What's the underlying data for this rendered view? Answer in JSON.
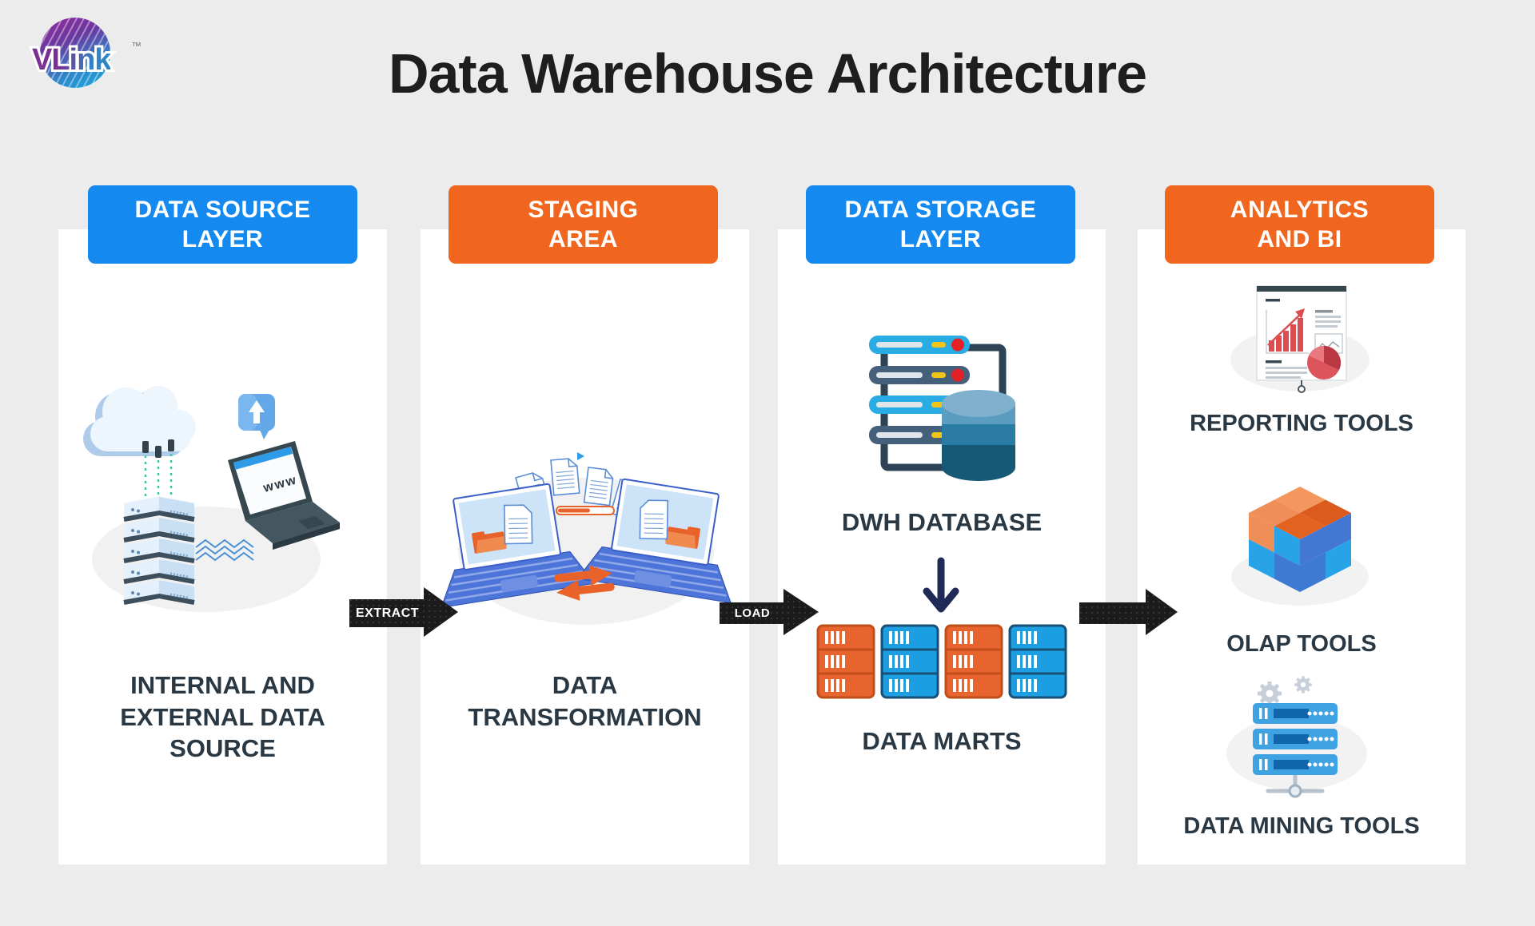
{
  "brand": {
    "name": "VLink",
    "trademark": "™"
  },
  "title": "Data Warehouse Architecture",
  "colors": {
    "background": "#ECECEC",
    "panel": "#FFFFFF",
    "header_blue": "#1489F0",
    "header_orange": "#F0661E",
    "label_text": "#2A3844",
    "arrow_black": "#1B1B1B",
    "accent_orange": "#E8622A",
    "accent_blue": "#1B9FE2",
    "navy_arrow": "#1F2B56"
  },
  "columns": [
    {
      "header": "DATA SOURCE\nLAYER",
      "style": "blue",
      "caption": "INTERNAL AND\nEXTERNAL DATA\nSOURCE"
    },
    {
      "header": "STAGING\nAREA",
      "style": "orange",
      "caption": "DATA\nTRANSFORMATION"
    },
    {
      "header": "DATA STORAGE\nLAYER",
      "style": "blue",
      "labels": {
        "database": "DWH DATABASE",
        "marts": "DATA MARTS"
      }
    },
    {
      "header": "ANALYTICS\nAND BI",
      "style": "orange",
      "tools": [
        {
          "label": "REPORTING TOOLS"
        },
        {
          "label": "OLAP TOOLS"
        },
        {
          "label": "DATA MINING TOOLS"
        }
      ]
    }
  ],
  "flow_arrows": [
    {
      "label": "EXTRACT"
    },
    {
      "label": "LOAD"
    },
    {
      "label": ""
    }
  ],
  "illustrations": {
    "source_laptop_screen": "www"
  }
}
